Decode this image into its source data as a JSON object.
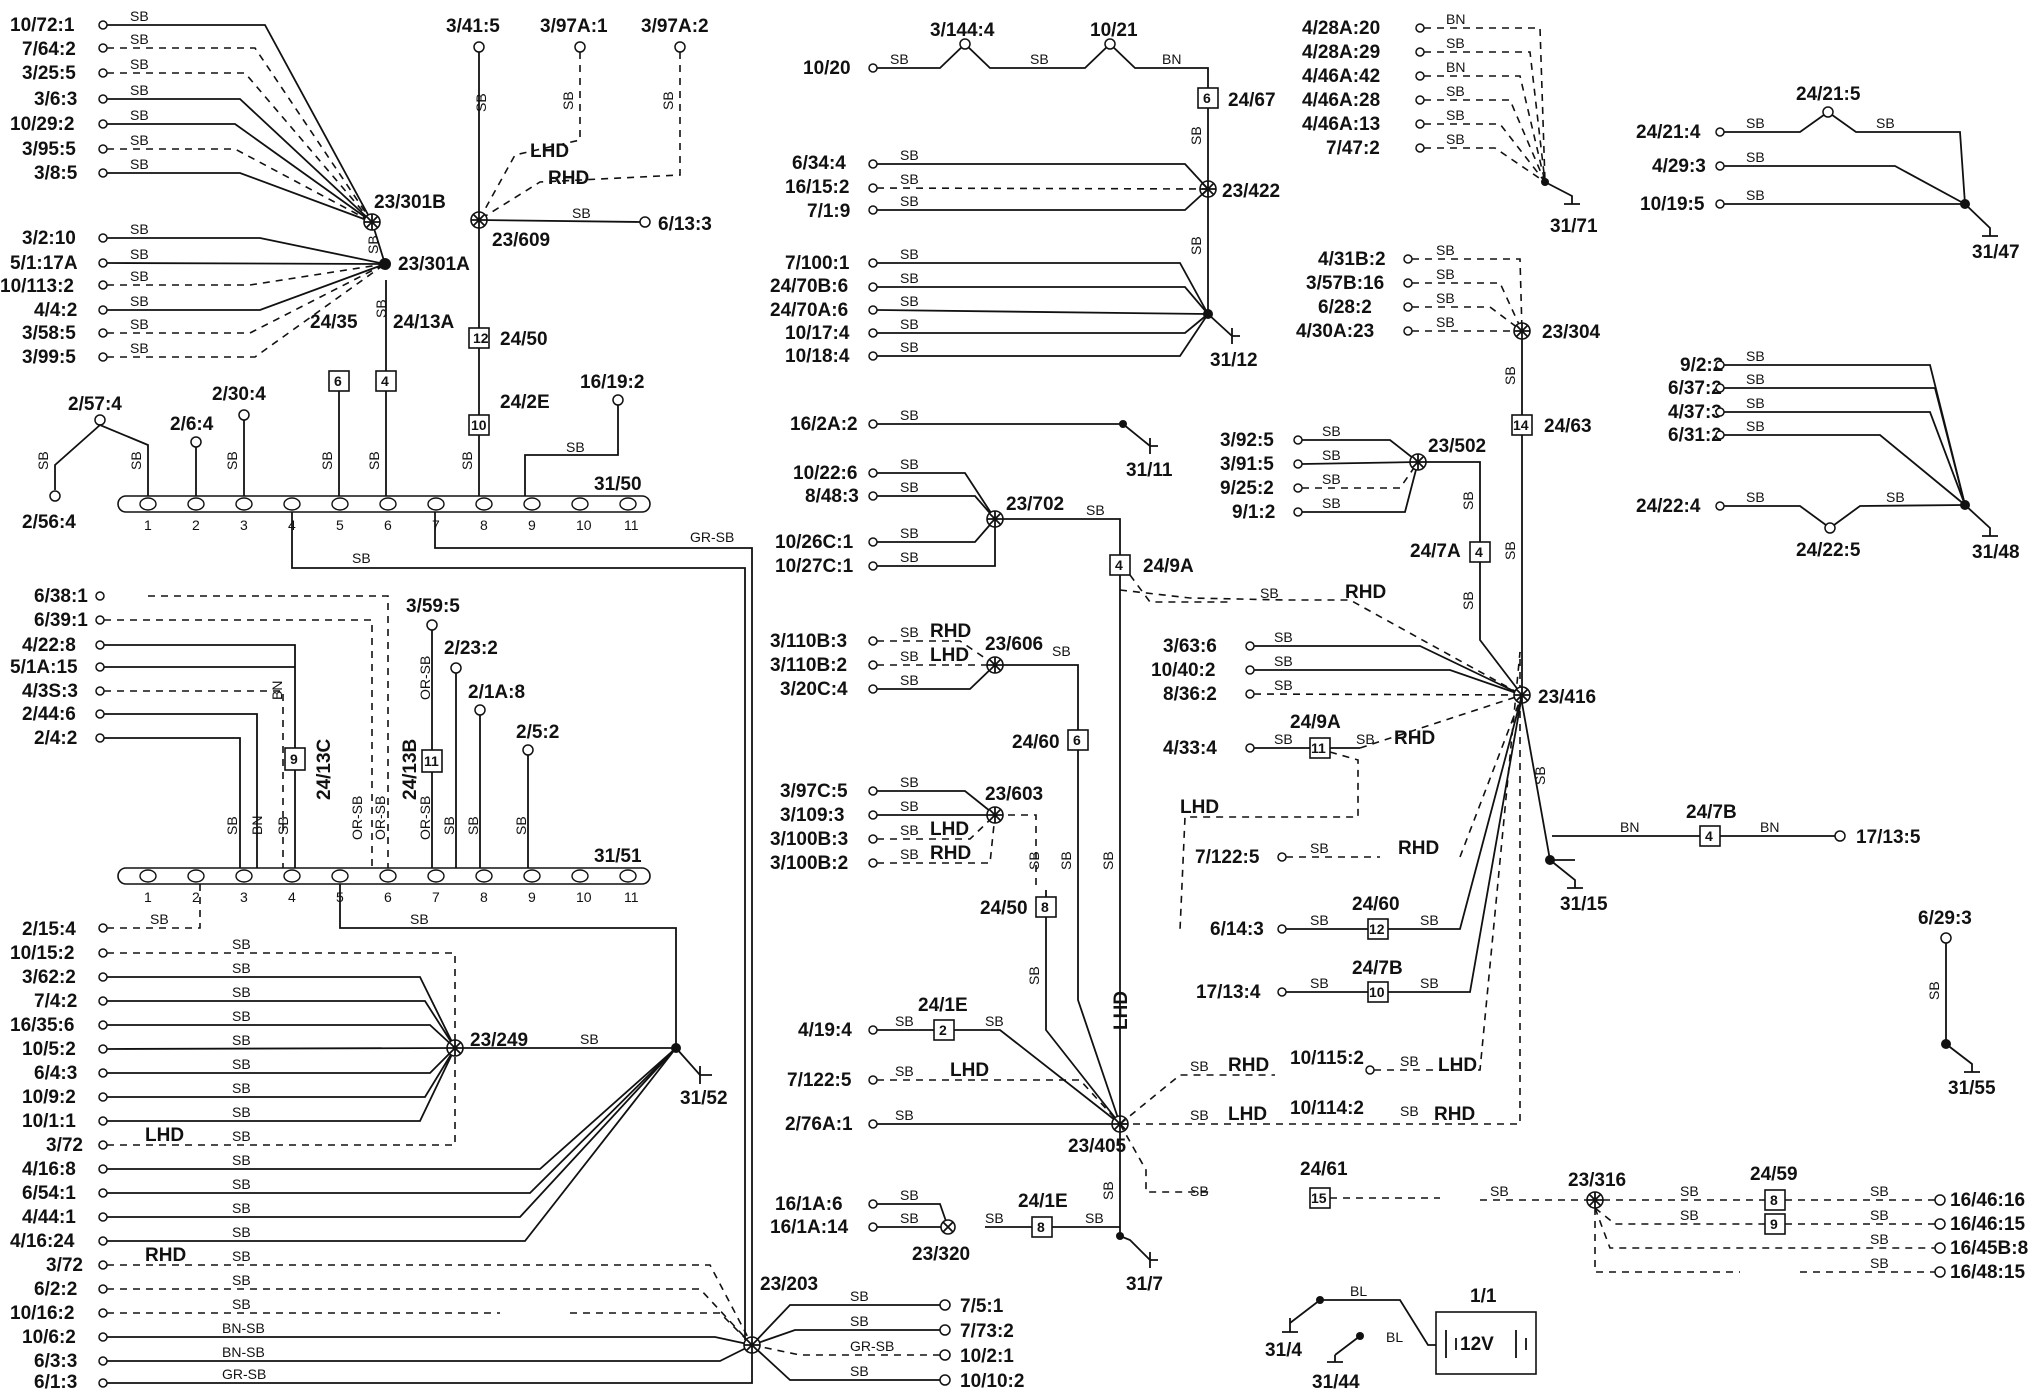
{
  "bus1": {
    "label": "31/50",
    "pins": [
      "1",
      "2",
      "3",
      "4",
      "5",
      "6",
      "7",
      "8",
      "9",
      "10",
      "11"
    ]
  },
  "bus2": {
    "label": "31/51",
    "pins": [
      "1",
      "2",
      "3",
      "4",
      "5",
      "6",
      "7",
      "8",
      "9",
      "10",
      "11"
    ]
  },
  "terminals": {
    "t_10_72_1": "10/72:1",
    "t_7_64_2": "7/64:2",
    "t_3_25_5": "3/25:5",
    "t_3_6_3": "3/6:3",
    "t_10_29_2": "10/29:2",
    "t_3_95_5": "3/95:5",
    "t_3_8_5": "3/8:5",
    "t_3_2_10": "3/2:10",
    "t_5_1_17a": "5/1:17A",
    "t_10_113_2": "10/113:2",
    "t_4_4_2": "4/4:2",
    "t_3_58_5": "3/58:5",
    "t_3_99_5": "3/99:5",
    "t_3_41_5": "3/41:5",
    "t_3_97a_1": "3/97A:1",
    "t_3_97a_2": "3/97A:2",
    "t_6_13_3": "6/13:3",
    "t_2_57_4": "2/57:4",
    "t_2_56_4": "2/56:4",
    "t_2_6_4": "2/6:4",
    "t_2_30_4": "2/30:4",
    "t_16_19_2": "16/19:2",
    "t_6_38_1": "6/38:1",
    "t_6_39_1": "6/39:1",
    "t_4_22_8": "4/22:8",
    "t_5_1a_15": "5/1A:15",
    "t_4_3s_3": "4/3S:3",
    "t_2_44_6": "2/44:6",
    "t_2_4_2": "2/4:2",
    "t_3_59_5": "3/59:5",
    "t_2_23_2": "2/23:2",
    "t_2_1a_8": "2/1A:8",
    "t_2_5_2": "2/5:2",
    "t_2_15_4": "2/15:4",
    "t_10_15_2": "10/15:2",
    "t_3_62_2": "3/62:2",
    "t_7_4_2": "7/4:2",
    "t_16_35_6": "16/35:6",
    "t_10_5_2": "10/5:2",
    "t_6_4_3": "6/4:3",
    "t_10_9_2": "10/9:2",
    "t_10_1_1": "10/1:1",
    "t_3_72_a": "3/72",
    "t_4_16_8": "4/16:8",
    "t_6_54_1": "6/54:1",
    "t_4_44_1": "4/44:1",
    "t_4_16_24": "4/16:24",
    "t_3_72_b": "3/72",
    "t_6_2_2": "6/2:2",
    "t_10_16_2": "10/16:2",
    "t_10_6_2": "10/6:2",
    "t_6_3_3": "6/3:3",
    "t_6_1_3": "6/1:3",
    "t_7_5_1": "7/5:1",
    "t_7_73_2": "7/73:2",
    "t_10_2_1": "10/2:1",
    "t_10_10_2": "10/10:2",
    "t_10_20": "10/20",
    "t_3_144_4": "3/144:4",
    "t_10_21": "10/21",
    "t_6_34_4": "6/34:4",
    "t_16_15_2": "16/15:2",
    "t_7_1_9": "7/1:9",
    "t_7_100_1": "7/100:1",
    "t_24_70b_6": "24/70B:6",
    "t_24_70a_6": "24/70A:6",
    "t_10_17_4": "10/17:4",
    "t_10_18_4": "10/18:4",
    "t_16_2a_2": "16/2A:2",
    "t_10_22_6": "10/22:6",
    "t_8_48_3": "8/48:3",
    "t_10_26c_1": "10/26C:1",
    "t_10_27c_1": "10/27C:1",
    "t_3_110b_3": "3/110B:3",
    "t_3_110b_2": "3/110B:2",
    "t_3_20c_4": "3/20C:4",
    "t_3_97c_5": "3/97C:5",
    "t_3_109_3": "3/109:3",
    "t_3_100b_3": "3/100B:3",
    "t_3_100b_2": "3/100B:2",
    "t_4_19_4": "4/19:4",
    "t_7_122_5_a": "7/122:5",
    "t_2_76a_1": "2/76A:1",
    "t_16_1a_6": "16/1A:6",
    "t_16_1a_14": "16/1A:14",
    "t_4_28a_20": "4/28A:20",
    "t_4_28a_29": "4/28A:29",
    "t_4_46a_42": "4/46A:42",
    "t_4_46a_28": "4/46A:28",
    "t_4_46a_13": "4/46A:13",
    "t_7_47_2": "7/47:2",
    "t_4_31b_2": "4/31B:2",
    "t_3_57b_16": "3/57B:16",
    "t_6_28_2": "6/28:2",
    "t_4_30a_23": "4/30A:23",
    "t_3_92_5": "3/92:5",
    "t_3_91_5": "3/91:5",
    "t_9_25_2": "9/25:2",
    "t_9_1_2": "9/1:2",
    "t_3_63_6": "3/63:6",
    "t_10_40_2": "10/40:2",
    "t_8_36_2": "8/36:2",
    "t_4_33_4": "4/33:4",
    "t_7_122_5_b": "7/122:5",
    "t_6_14_3": "6/14:3",
    "t_17_13_4": "17/13:4",
    "t_10_115_2": "10/115:2",
    "t_10_114_2": "10/114:2",
    "t_17_13_5": "17/13:5",
    "t_24_21_4": "24/21:4",
    "t_24_21_5": "24/21:5",
    "t_4_29_3": "4/29:3",
    "t_10_19_5": "10/19:5",
    "t_9_2_2": "9/2:2",
    "t_6_37_2": "6/37:2",
    "t_4_37_3": "4/37:3",
    "t_6_31_2": "6/31:2",
    "t_24_22_4": "24/22:4",
    "t_24_22_5": "24/22:5",
    "t_6_29_3": "6/29:3",
    "t_16_46_16": "16/46:16",
    "t_16_46_15": "16/46:15",
    "t_16_45b_8": "16/45B:8",
    "t_16_48_15": "16/48:15"
  },
  "nodes": {
    "n_23_301b": "23/301B",
    "n_23_301a": "23/301A",
    "n_23_609": "23/609",
    "n_23_249": "23/249",
    "n_23_203": "23/203",
    "n_23_422": "23/422",
    "n_23_702": "23/702",
    "n_23_606": "23/606",
    "n_23_603": "23/603",
    "n_23_405": "23/405",
    "n_23_320": "23/320",
    "n_23_304": "23/304",
    "n_23_502": "23/502",
    "n_23_416": "23/416",
    "n_23_316": "23/316"
  },
  "grounds": {
    "g_31_71": "31/71",
    "g_31_47": "31/47",
    "g_31_12": "31/12",
    "g_31_11": "31/11",
    "g_31_48": "31/48",
    "g_31_15": "31/15",
    "g_31_52": "31/52",
    "g_31_7": "31/7",
    "g_31_55": "31/55",
    "g_31_4": "31/4",
    "g_31_44": "31/44"
  },
  "connectors": {
    "c_24_50_top": {
      "label": "24/50",
      "pin": "12"
    },
    "c_24_35": {
      "label": "24/35",
      "pin": "6"
    },
    "c_24_13a": {
      "label": "24/13A",
      "pin": "4"
    },
    "c_24_2e": {
      "label": "24/2E",
      "pin": "10"
    },
    "c_24_13c": {
      "label": "24/13C",
      "pin": "9"
    },
    "c_24_13b": {
      "label": "24/13B",
      "pin": "11"
    },
    "c_24_67": {
      "label": "24/67",
      "pin": "6"
    },
    "c_24_9a_a": {
      "label": "24/9A",
      "pin": "4"
    },
    "c_24_60_a": {
      "label": "24/60",
      "pin": "6"
    },
    "c_24_50_b": {
      "label": "24/50",
      "pin": "8"
    },
    "c_24_1e_a": {
      "label": "24/1E",
      "pin": "2"
    },
    "c_24_1e_b": {
      "label": "24/1E",
      "pin": "8"
    },
    "c_24_63": {
      "label": "24/63",
      "pin": "14"
    },
    "c_24_7a": {
      "label": "24/7A",
      "pin": "4"
    },
    "c_24_9a_b": {
      "label": "24/9A",
      "pin": "11"
    },
    "c_24_60_b": {
      "label": "24/60",
      "pin": "12"
    },
    "c_24_7b_a": {
      "label": "24/7B",
      "pin": "10"
    },
    "c_24_7b_b": {
      "label": "24/7B",
      "pin": "4"
    },
    "c_24_61": {
      "label": "24/61",
      "pin": "15"
    },
    "c_24_59_8": {
      "label": "24/59",
      "pin": "8"
    },
    "c_24_59_9": {
      "label": "",
      "pin": "9"
    }
  },
  "battery": {
    "label": "1/1",
    "voltage": "12V"
  },
  "wire_colors": {
    "sb": "SB",
    "bn": "BN",
    "gr_sb": "GR-SB",
    "bn_sb": "BN-SB",
    "or_sb": "OR-SB",
    "bl": "BL"
  },
  "variants": {
    "lhd": "LHD",
    "rhd": "RHD"
  }
}
